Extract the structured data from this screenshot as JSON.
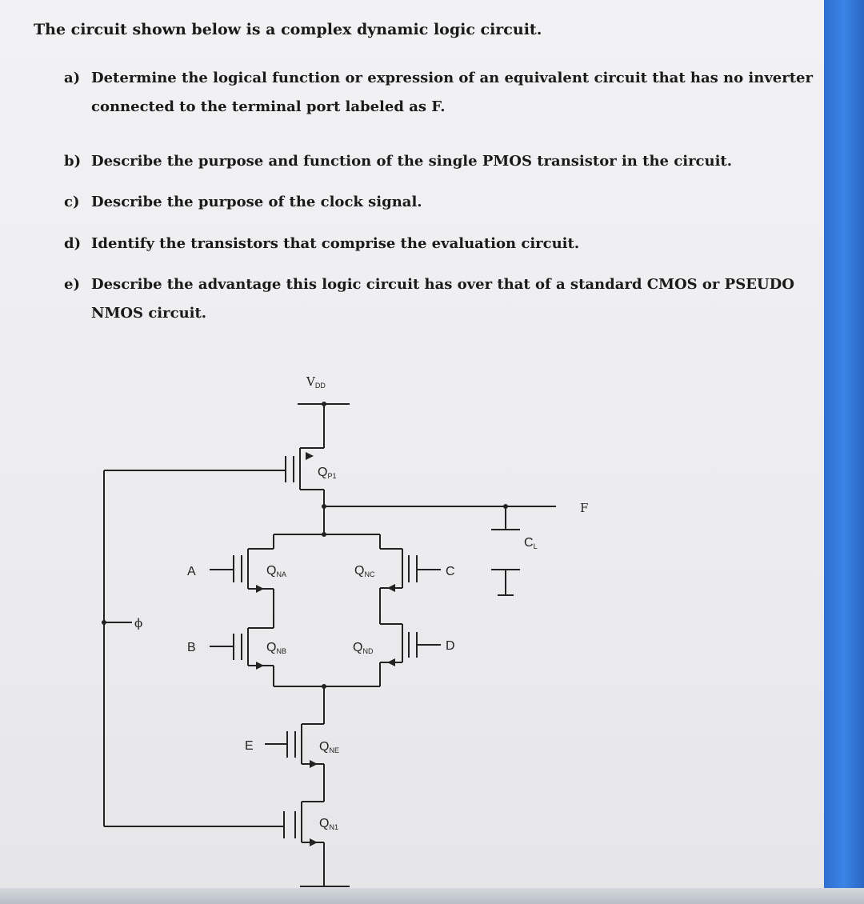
{
  "doc": {
    "title": "The circuit shown below is a complex dynamic logic circuit.",
    "questions": [
      {
        "label": "a)",
        "line1": "Determine the logical function or expression of an equivalent circuit that has no inverter",
        "line2": "connected to the terminal port labeled as F."
      },
      {
        "label": "b)",
        "line1": "Describe the purpose and function of the single PMOS transistor in the circuit.",
        "line2": ""
      },
      {
        "label": "c)",
        "line1": "Describe the purpose of the clock signal.",
        "line2": ""
      },
      {
        "label": "d)",
        "line1": "Identify the transistors that comprise the evaluation circuit.",
        "line2": ""
      },
      {
        "label": "e)",
        "line1": "Describe the advantage this logic circuit has over that of a standard CMOS or PSEUDO",
        "line2": "NMOS circuit."
      }
    ]
  },
  "circuit": {
    "supply": {
      "main": "V",
      "sub": "DD"
    },
    "output": "F",
    "clock": "ϕ",
    "inputs": {
      "a": "A",
      "b": "B",
      "c": "C",
      "d": "D",
      "e": "E"
    },
    "capacitor": {
      "main": "C",
      "sub": "L"
    },
    "transistors": {
      "qp1": {
        "main": "Q",
        "sub": "P1"
      },
      "qna": {
        "main": "Q",
        "sub": "NA"
      },
      "qnb": {
        "main": "Q",
        "sub": "NB"
      },
      "qnc": {
        "main": "Q",
        "sub": "NC"
      },
      "qnd": {
        "main": "Q",
        "sub": "ND"
      },
      "qne": {
        "main": "Q",
        "sub": "NE"
      },
      "qn1": {
        "main": "Q",
        "sub": "N1"
      }
    }
  }
}
